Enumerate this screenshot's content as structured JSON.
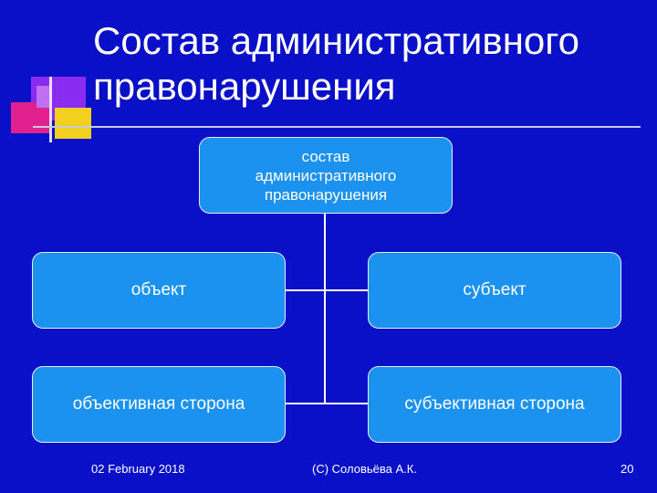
{
  "slide": {
    "title_line1": "Состав административного",
    "title_line2": "правонарушения"
  },
  "diagram": {
    "root": "состав административного правонарушения",
    "root_lines": [
      "состав",
      "административного",
      "правонарушения"
    ],
    "left_top": "объект",
    "right_top": "субъект",
    "left_bottom": "объективная сторона",
    "right_bottom": "субъективная сторона"
  },
  "footer": {
    "date": "02 February 2018",
    "author": "(С) Соловьёва А.К.",
    "page_number": "20"
  },
  "colors": {
    "background": "#0a10c8",
    "box_fill": "#1c92f0",
    "box_border": "#e8eef8",
    "connector": "#ffffff",
    "decor_magenta": "#e0208c",
    "decor_purple": "#9a2cf0",
    "decor_yellow": "#f2d020"
  }
}
